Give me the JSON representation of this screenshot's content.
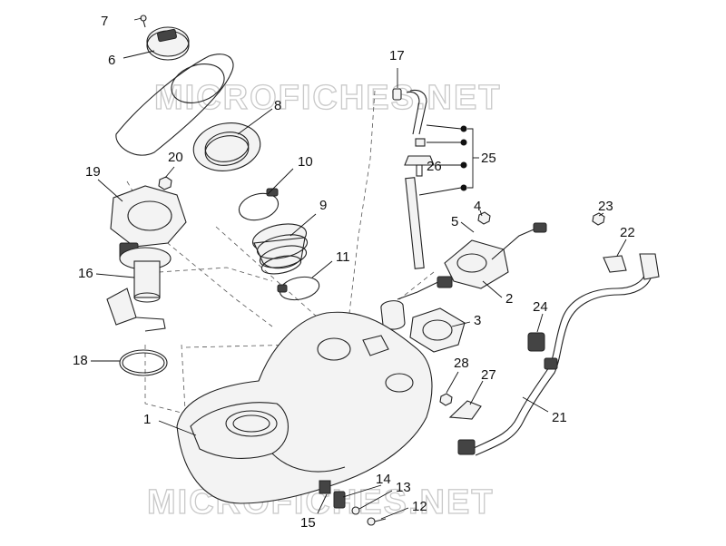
{
  "watermark": {
    "top": "MICROFICHES.NET",
    "bottom": "MICROFICHES.NET"
  },
  "callouts": [
    {
      "id": "c1",
      "label": "1"
    },
    {
      "id": "c2",
      "label": "2"
    },
    {
      "id": "c3",
      "label": "3"
    },
    {
      "id": "c4",
      "label": "4"
    },
    {
      "id": "c5",
      "label": "5"
    },
    {
      "id": "c6",
      "label": "6"
    },
    {
      "id": "c7",
      "label": "7"
    },
    {
      "id": "c8",
      "label": "8"
    },
    {
      "id": "c9",
      "label": "9"
    },
    {
      "id": "c10",
      "label": "10"
    },
    {
      "id": "c11",
      "label": "11"
    },
    {
      "id": "c12",
      "label": "12"
    },
    {
      "id": "c13",
      "label": "13"
    },
    {
      "id": "c14",
      "label": "14"
    },
    {
      "id": "c15",
      "label": "15"
    },
    {
      "id": "c16",
      "label": "16"
    },
    {
      "id": "c17",
      "label": "17"
    },
    {
      "id": "c18",
      "label": "18"
    },
    {
      "id": "c19",
      "label": "19"
    },
    {
      "id": "c20",
      "label": "20"
    },
    {
      "id": "c21",
      "label": "21"
    },
    {
      "id": "c22",
      "label": "22"
    },
    {
      "id": "c23",
      "label": "23"
    },
    {
      "id": "c24",
      "label": "24"
    },
    {
      "id": "c25",
      "label": "25"
    },
    {
      "id": "c26",
      "label": "26"
    },
    {
      "id": "c27",
      "label": "27"
    },
    {
      "id": "c28",
      "label": "28"
    }
  ]
}
